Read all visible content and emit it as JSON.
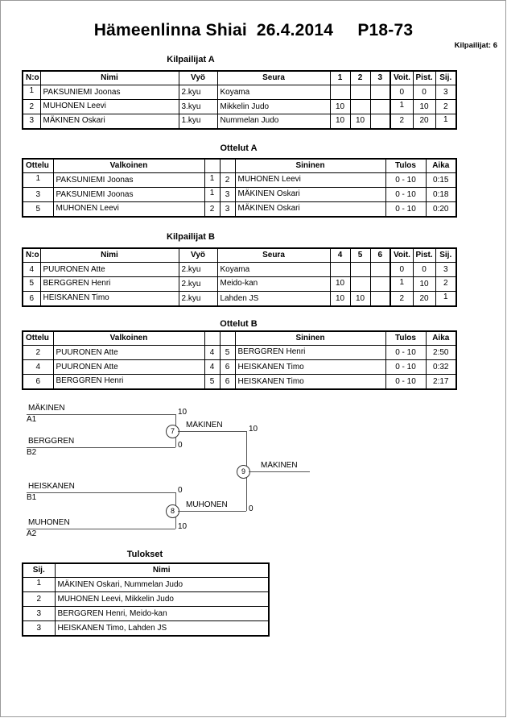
{
  "header": {
    "title": "Hämeenlinna Shiai  26.4.2014     P18-73",
    "competitors": "Kilpailijat: 6"
  },
  "pool_a": {
    "caption": "Kilpailijat A",
    "columns": [
      "N:o",
      "Nimi",
      "Vyö",
      "Seura",
      "1",
      "2",
      "3",
      "Voit.",
      "Pist.",
      "Sij."
    ],
    "rows": [
      {
        "no": "1",
        "name": "PAKSUNIEMI Joonas",
        "belt": "2.kyu",
        "club": "Koyama",
        "m1": "",
        "m2": "",
        "m3": "",
        "wins": "0",
        "points": "0",
        "rank": "3"
      },
      {
        "no": "2",
        "name": "MUHONEN Leevi",
        "belt": "3.kyu",
        "club": "Mikkelin Judo",
        "m1": "10",
        "m2": "",
        "m3": "",
        "wins": "1",
        "points": "10",
        "rank": "2"
      },
      {
        "no": "3",
        "name": "MÄKINEN Oskari",
        "belt": "1.kyu",
        "club": "Nummelan Judo",
        "m1": "10",
        "m2": "10",
        "m3": "",
        "wins": "2",
        "points": "20",
        "rank": "1"
      }
    ]
  },
  "matches_a": {
    "caption": "Ottelut A",
    "columns": [
      "Ottelu",
      "Valkoinen",
      "",
      "",
      "Sininen",
      "Tulos",
      "Aika"
    ],
    "rows": [
      {
        "match": "1",
        "white": "PAKSUNIEMI Joonas",
        "white_no": "1",
        "blue_no": "2",
        "blue": "MUHONEN Leevi",
        "result": "0 - 10",
        "time": "0:15"
      },
      {
        "match": "3",
        "white": "PAKSUNIEMI Joonas",
        "white_no": "1",
        "blue_no": "3",
        "blue": "MÄKINEN Oskari",
        "result": "0 - 10",
        "time": "0:18"
      },
      {
        "match": "5",
        "white": "MUHONEN Leevi",
        "white_no": "2",
        "blue_no": "3",
        "blue": "MÄKINEN Oskari",
        "result": "0 - 10",
        "time": "0:20"
      }
    ]
  },
  "pool_b": {
    "caption": "Kilpailijat B",
    "columns": [
      "N:o",
      "Nimi",
      "Vyö",
      "Seura",
      "4",
      "5",
      "6",
      "Voit.",
      "Pist.",
      "Sij."
    ],
    "rows": [
      {
        "no": "4",
        "name": "PUURONEN Atte",
        "belt": "2.kyu",
        "club": "Koyama",
        "m1": "",
        "m2": "",
        "m3": "",
        "wins": "0",
        "points": "0",
        "rank": "3"
      },
      {
        "no": "5",
        "name": "BERGGREN Henri",
        "belt": "2.kyu",
        "club": "Meido-kan",
        "m1": "10",
        "m2": "",
        "m3": "",
        "wins": "1",
        "points": "10",
        "rank": "2"
      },
      {
        "no": "6",
        "name": "HEISKANEN Timo",
        "belt": "2.kyu",
        "club": "Lahden JS",
        "m1": "10",
        "m2": "10",
        "m3": "",
        "wins": "2",
        "points": "20",
        "rank": "1"
      }
    ]
  },
  "matches_b": {
    "caption": "Ottelut B",
    "columns": [
      "Ottelu",
      "Valkoinen",
      "",
      "",
      "Sininen",
      "Tulos",
      "Aika"
    ],
    "rows": [
      {
        "match": "2",
        "white": "PUURONEN Atte",
        "white_no": "4",
        "blue_no": "5",
        "blue": "BERGGREN Henri",
        "result": "0 - 10",
        "time": "2:50"
      },
      {
        "match": "4",
        "white": "PUURONEN Atte",
        "white_no": "4",
        "blue_no": "6",
        "blue": "HEISKANEN Timo",
        "result": "0 - 10",
        "time": "0:32"
      },
      {
        "match": "6",
        "white": "BERGGREN Henri",
        "white_no": "5",
        "blue_no": "6",
        "blue": "HEISKANEN Timo",
        "result": "0 - 10",
        "time": "2:17"
      }
    ]
  },
  "bracket": {
    "entrants": [
      {
        "name": "MÄKINEN",
        "seed": "A1"
      },
      {
        "name": "BERGGREN",
        "seed": "B2"
      },
      {
        "name": "HEISKANEN",
        "seed": "B1"
      },
      {
        "name": "MUHONEN",
        "seed": "A2"
      }
    ],
    "semi_top": {
      "number": "7",
      "top_score": "10",
      "bottom_score": "0",
      "winner": "MÄKINEN"
    },
    "semi_bottom": {
      "number": "8",
      "top_score": "0",
      "bottom_score": "10",
      "winner": "MUHONEN"
    },
    "final": {
      "number": "9",
      "top_score": "10",
      "bottom_score": "0",
      "winner": "MÄKINEN"
    }
  },
  "results": {
    "caption": "Tulokset",
    "columns": [
      "Sij.",
      "Nimi"
    ],
    "rows": [
      {
        "rank": "1",
        "name": "MÄKINEN Oskari, Nummelan Judo"
      },
      {
        "rank": "2",
        "name": "MUHONEN Leevi, Mikkelin Judo"
      },
      {
        "rank": "3",
        "name": "BERGGREN Henri, Meido-kan"
      },
      {
        "rank": "3",
        "name": "HEISKANEN Timo, Lahden JS"
      }
    ]
  }
}
